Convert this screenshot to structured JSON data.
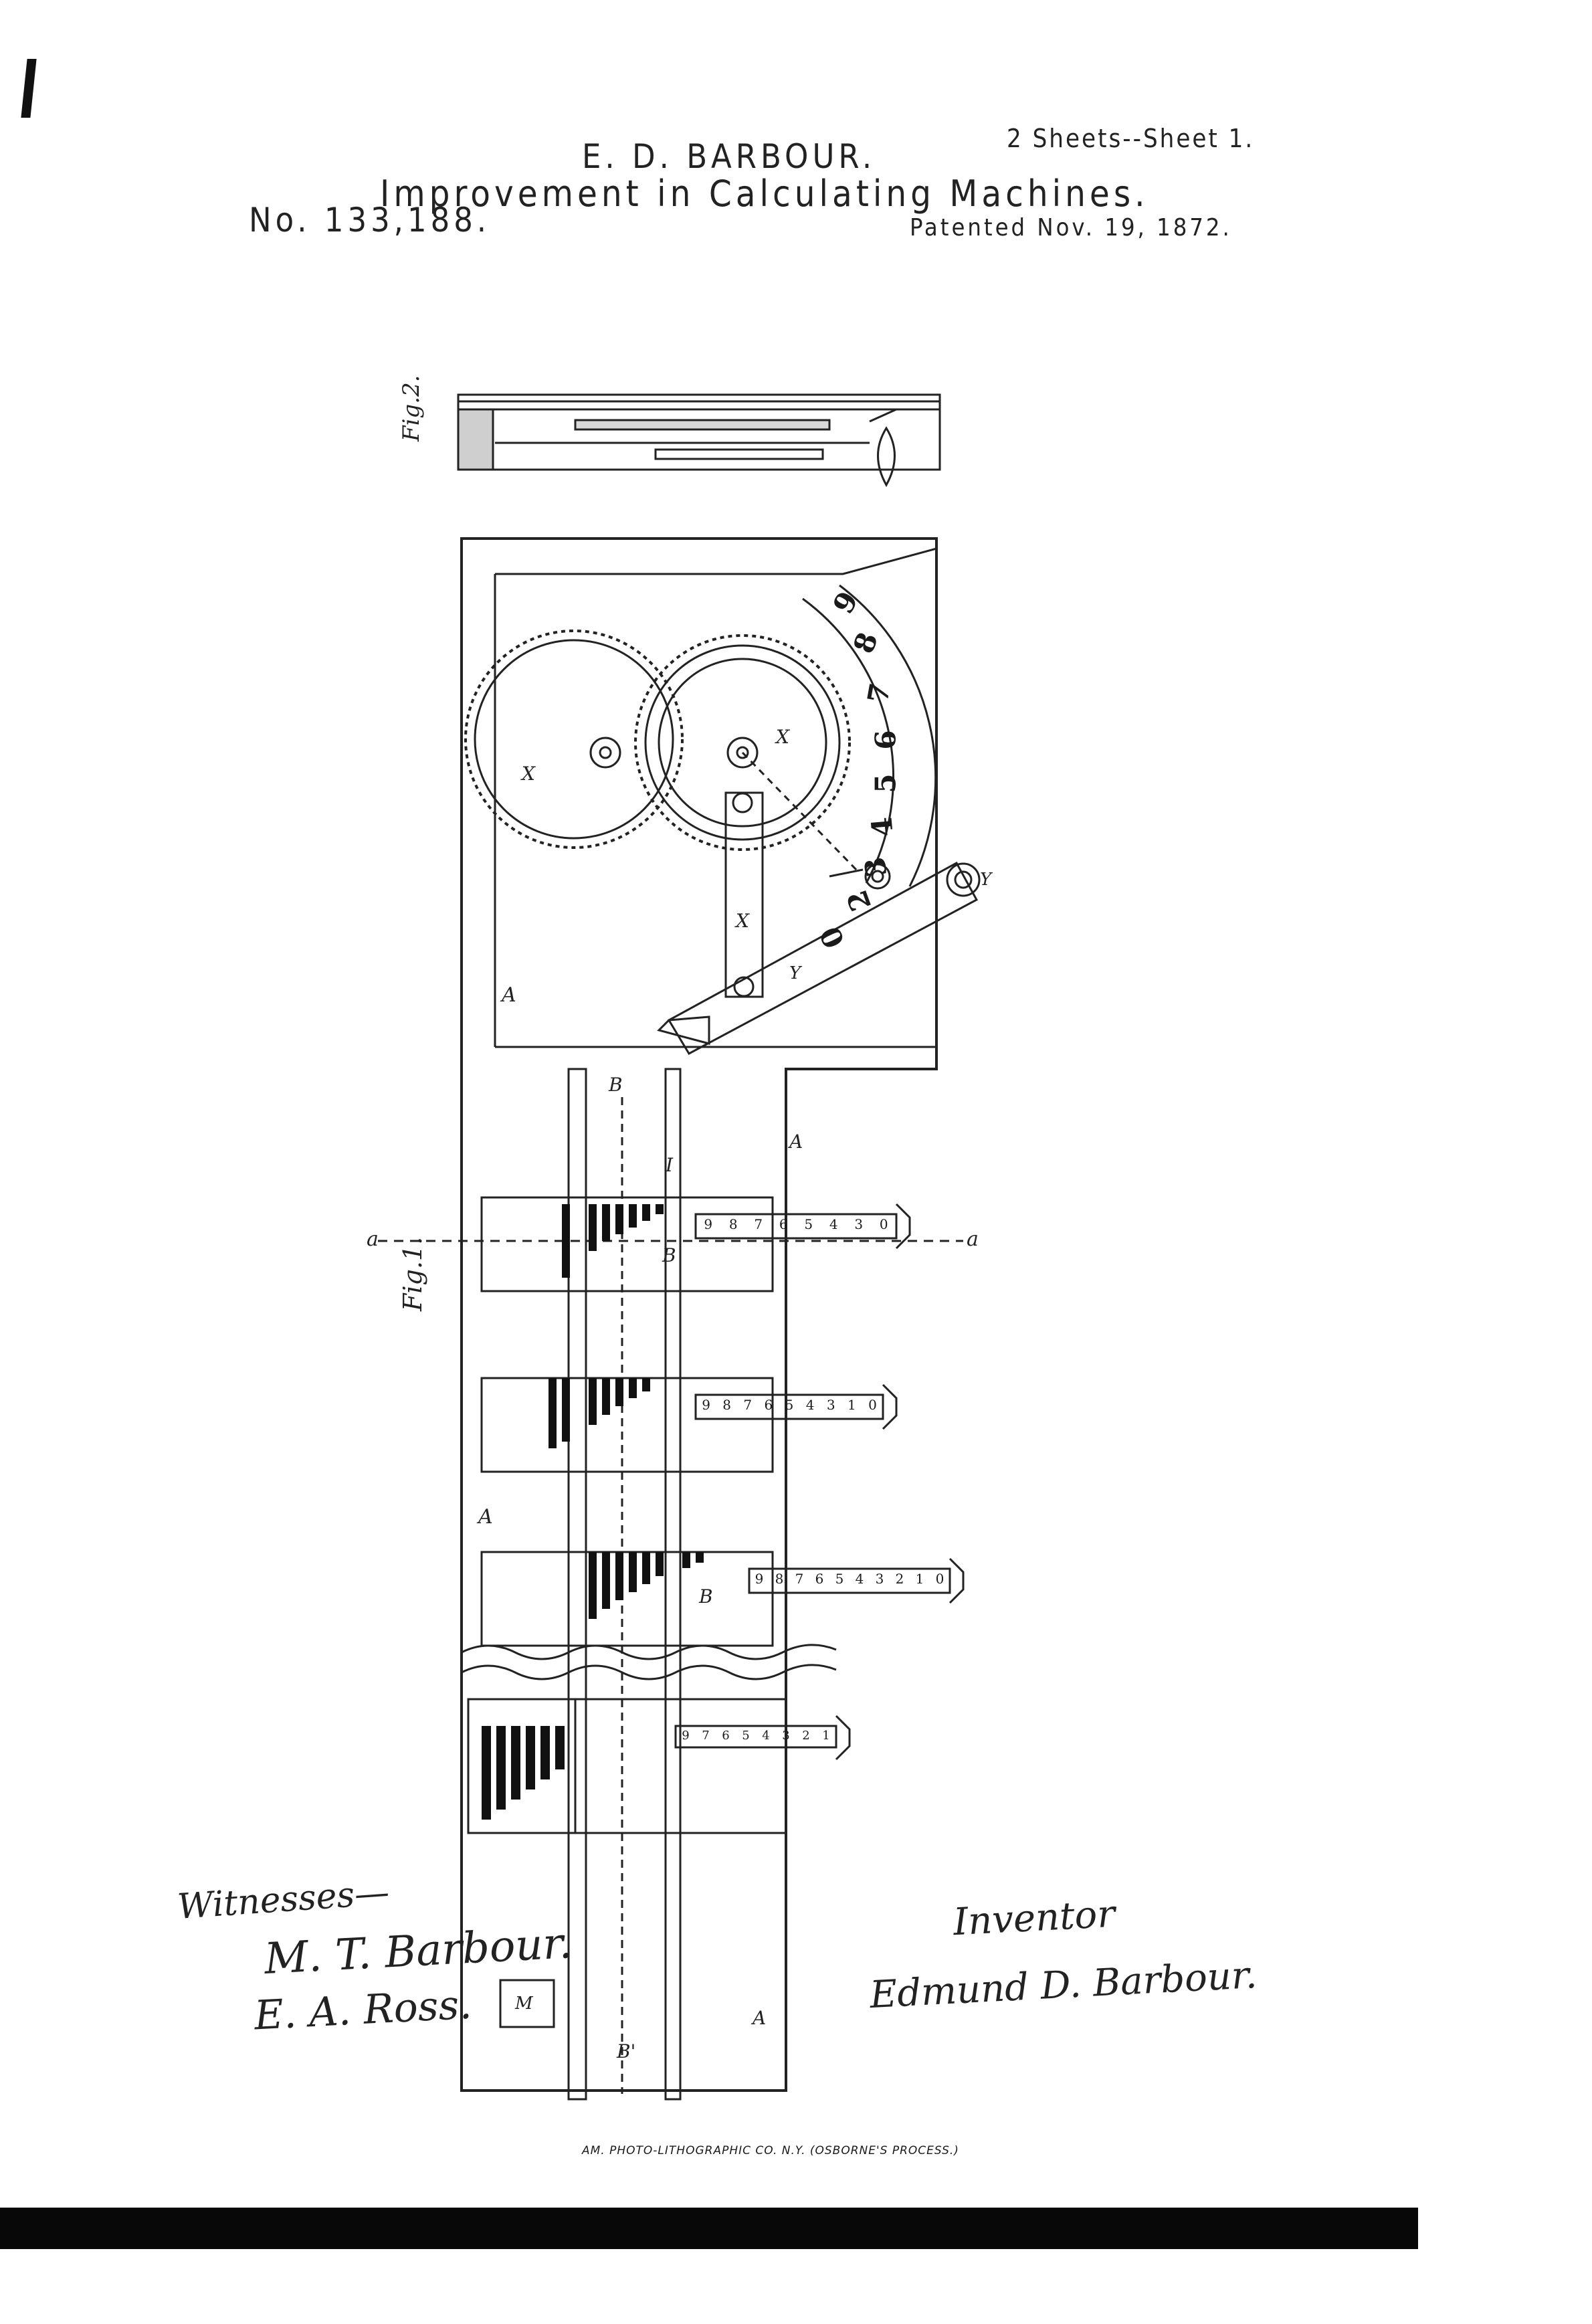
{
  "header": {
    "inventor_name": "E. D. BARBOUR.",
    "sheets": "2 Sheets--Sheet 1.",
    "title": "Improvement in Calculating Machines.",
    "patent_number": "No. 133,188.",
    "patent_date": "Patented Nov. 19, 1872."
  },
  "figures": {
    "fig2_label": "Fig.2.",
    "fig1_label": "Fig.1.",
    "dial_digits": [
      "9",
      "8",
      "7",
      "6",
      "5",
      "4",
      "3",
      "2",
      "0"
    ],
    "slide_digits": [
      "9",
      "8",
      "7",
      "6",
      "5",
      "4",
      "3",
      "2",
      "1",
      "0"
    ],
    "part_labels": {
      "a": "a",
      "A": "A",
      "B": "B",
      "B_prime": "B'",
      "I": "I",
      "X": "X",
      "Y": "Y",
      "M": "M"
    }
  },
  "signatures": {
    "witnesses_label": "Witnesses—",
    "witness_1": "M. T. Barbour.",
    "witness_2": "E. A. Ross.",
    "inventor_label": "Inventor",
    "inventor_signature": "Edmund D. Barbour."
  },
  "footer": {
    "lithographer": "AM. PHOTO-LITHOGRAPHIC CO. N.Y. (OSBORNE'S PROCESS.)"
  }
}
